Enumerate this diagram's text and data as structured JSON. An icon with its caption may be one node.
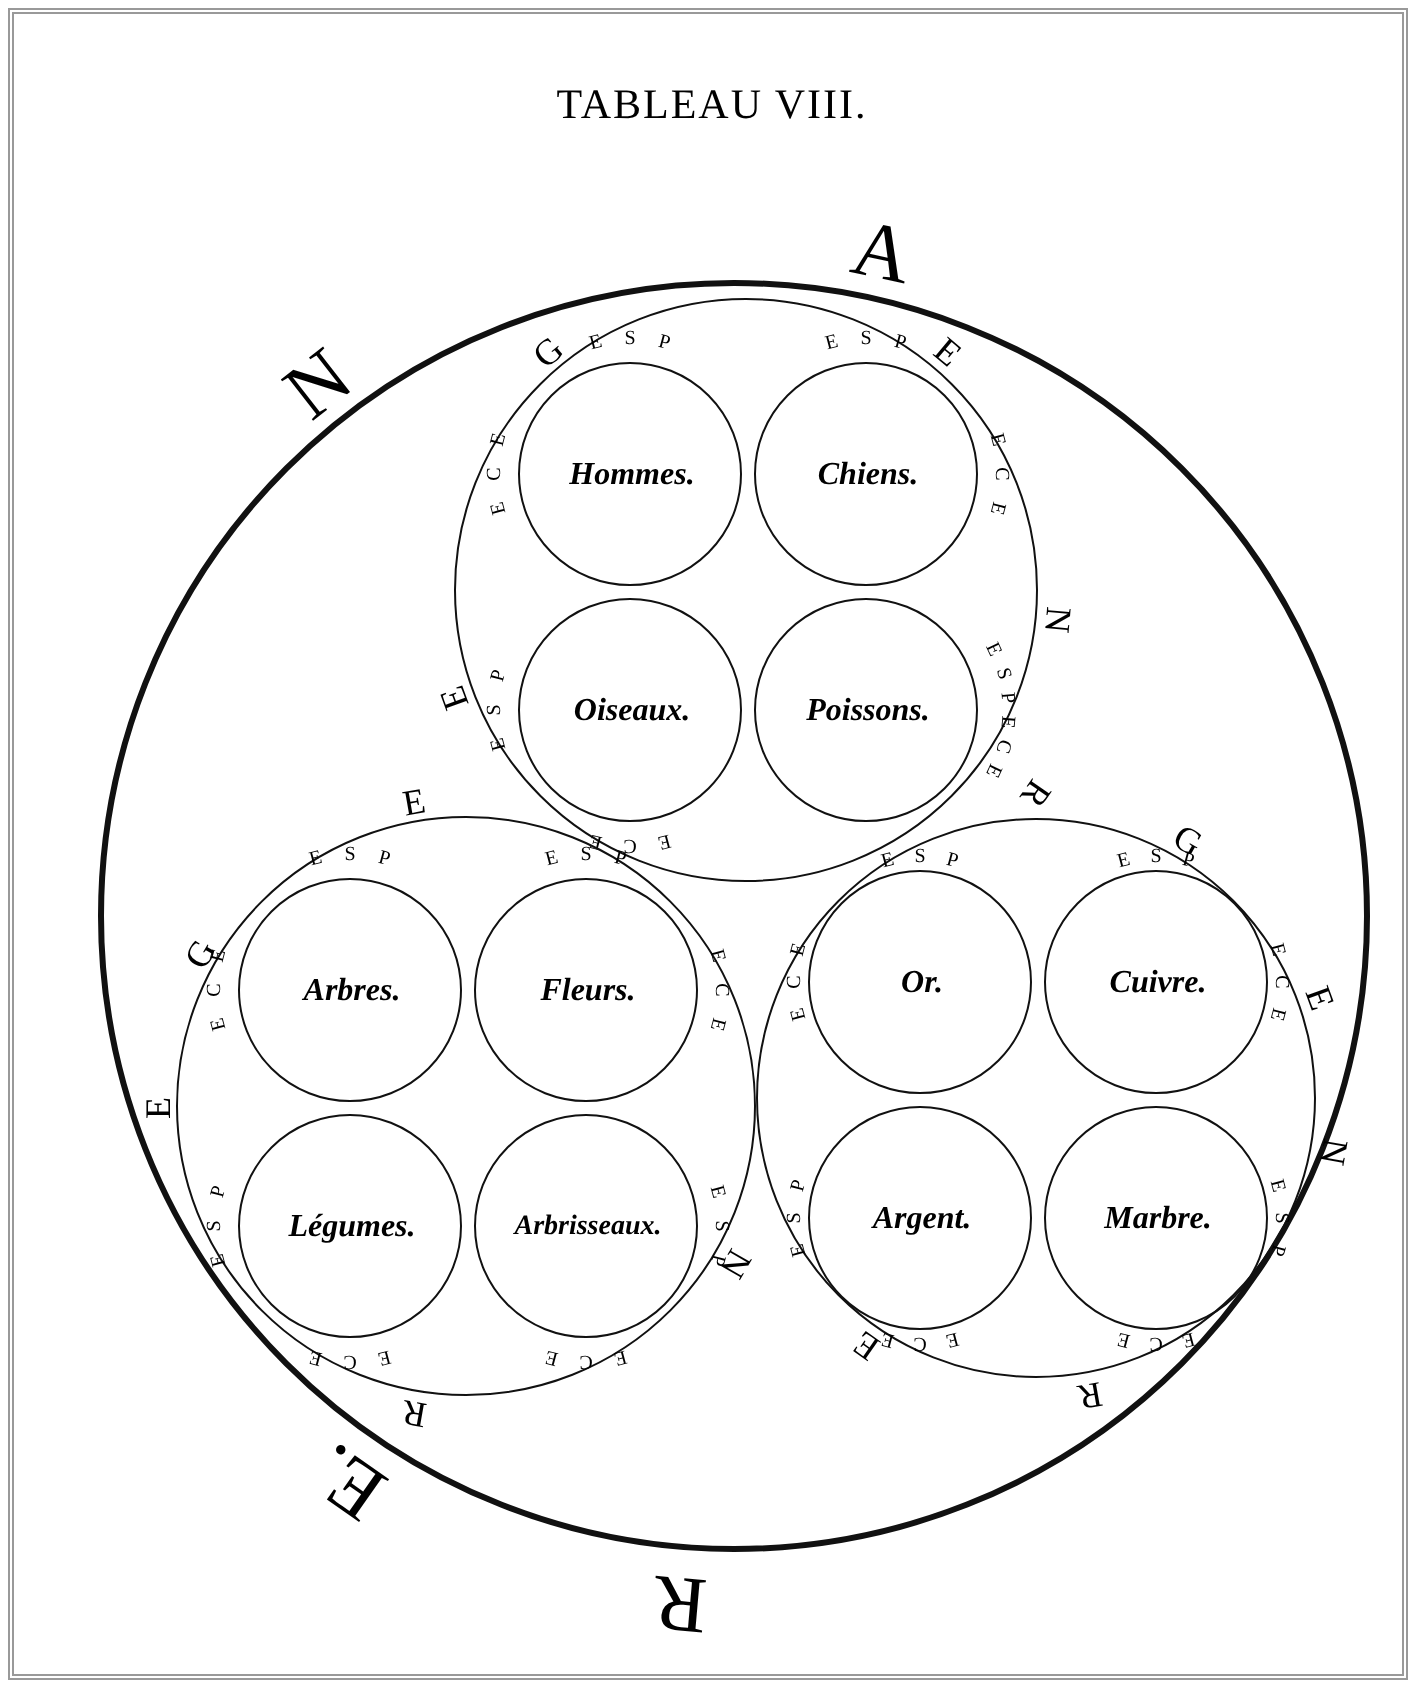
{
  "diagram": {
    "title": "TABLEAU VIII.",
    "nodes": [
      {
        "text": [
          "N",
          "A",
          "R",
          "E."
        ]
      },
      {
        "text": [
          "G",
          "E",
          "N",
          "R",
          "E"
        ],
        "in": 0
      },
      {
        "text": [
          "Hommes."
        ],
        "in": 1,
        "beside": [
          "E",
          "S",
          "P",
          "E",
          "C",
          "E"
        ]
      },
      {
        "text": [
          "Chiens."
        ],
        "in": 1,
        "beside": [
          "E",
          "S",
          "P",
          "E",
          "C",
          "E"
        ]
      },
      {
        "text": [
          "Oiseaux."
        ],
        "in": 1,
        "beside": [
          "E",
          "S",
          "P",
          "E",
          "C",
          "E"
        ]
      },
      {
        "text": [
          "Poissons."
        ],
        "in": 1,
        "beside": [
          "E",
          "S",
          "P",
          "E",
          "C",
          "E"
        ]
      },
      {
        "text": [
          "G",
          "E",
          "N",
          "R",
          "E"
        ],
        "in": 0
      },
      {
        "text": [
          "Arbres."
        ],
        "in": 6,
        "beside": [
          "E",
          "S",
          "P",
          "E",
          "C",
          "E"
        ]
      },
      {
        "text": [
          "Fleurs."
        ],
        "in": 6,
        "beside": [
          "E",
          "S",
          "P",
          "E",
          "C",
          "E"
        ]
      },
      {
        "text": [
          "Légumes."
        ],
        "in": 6,
        "beside": [
          "E",
          "S",
          "P",
          "E",
          "C",
          "E"
        ]
      },
      {
        "text": [
          "Arbrisseaux."
        ],
        "in": 6,
        "beside": [
          "E",
          "S",
          "P",
          "E",
          "C",
          "E"
        ]
      },
      {
        "text": [
          "G",
          "E",
          "N",
          "R",
          "E"
        ],
        "in": 0
      },
      {
        "text": [
          "Or."
        ],
        "in": 11,
        "beside": [
          "E",
          "S",
          "P",
          "E",
          "C",
          "E"
        ]
      },
      {
        "text": [
          "Cuivre."
        ],
        "in": 11,
        "beside": [
          "E",
          "S",
          "P",
          "E",
          "C",
          "E"
        ]
      },
      {
        "text": [
          "Argent."
        ],
        "in": 11,
        "beside": [
          "E",
          "S",
          "P",
          "E",
          "C",
          "E"
        ]
      },
      {
        "text": [
          "Marbre."
        ],
        "in": 11,
        "beside": [
          "E",
          "S",
          "P",
          "E",
          "C",
          "E"
        ]
      }
    ],
    "edges": []
  }
}
